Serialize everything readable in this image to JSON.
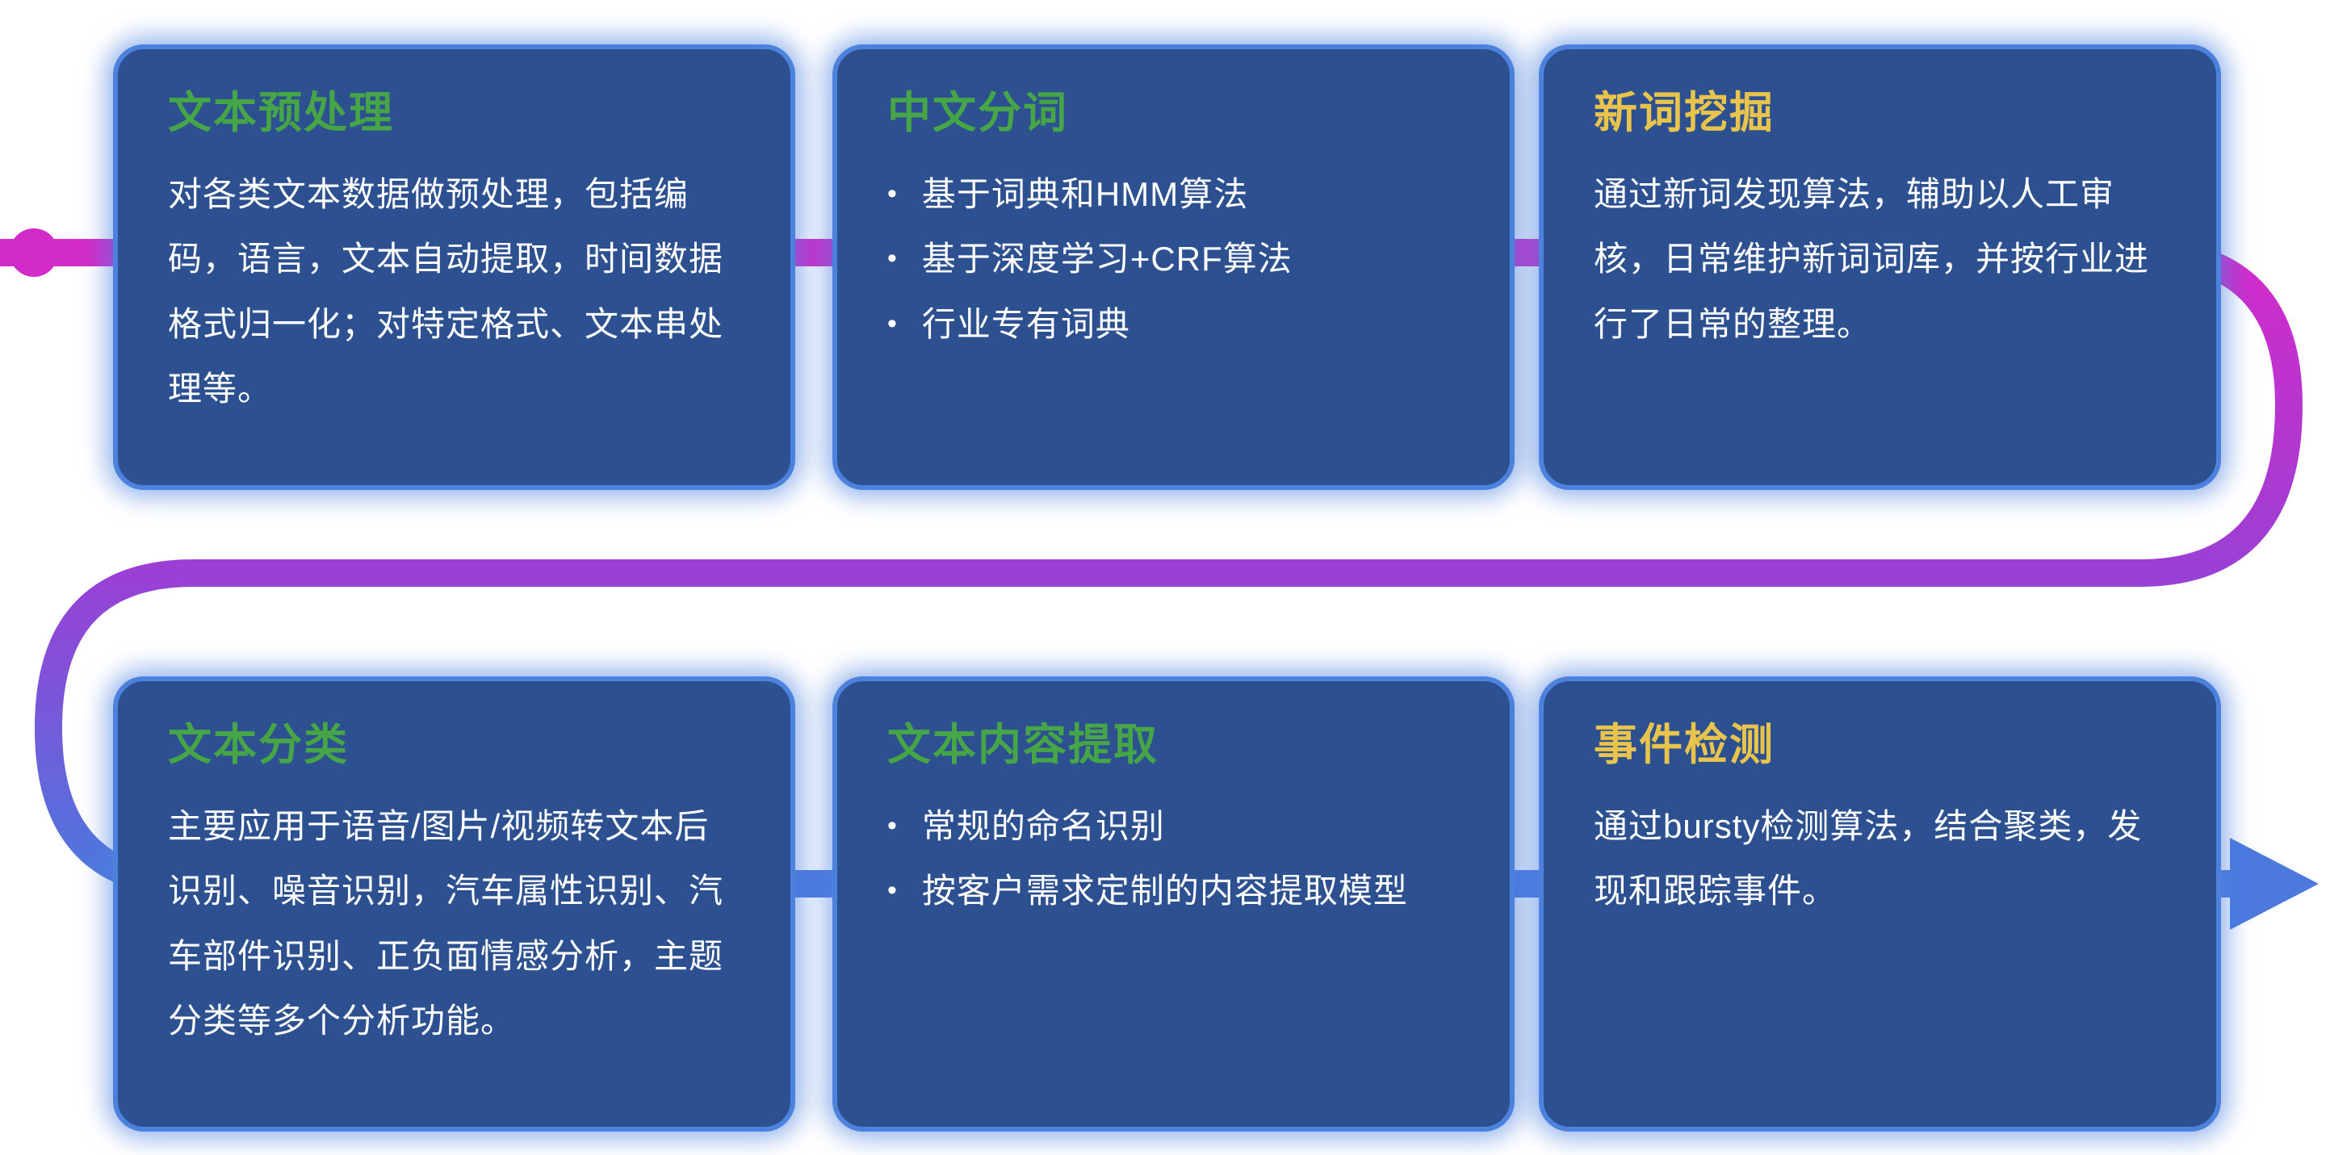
{
  "diagram_title": "NLP text processing pipeline",
  "flow": {
    "start_dot_color": "#d32bc9",
    "gradient_top": "#d32bc9",
    "gradient_middle": "#9b3fd4",
    "gradient_bottom": "#4b79de",
    "arrow_color": "#4b79de",
    "arrow_icon": "right-arrow"
  },
  "colors": {
    "card_background": "#2d5190",
    "card_border_glow": "#4c82dd",
    "body_text": "#ffffff",
    "title_green": "#46a546",
    "title_yellow": "#e8c44c"
  },
  "cards": [
    {
      "id": "text-preprocessing",
      "title": "文本预处理",
      "title_color": "#46a546",
      "type": "paragraph",
      "body": "对各类文本数据做预处理，包括编码，语言，文本自动提取，时间数据格式归一化；对特定格式、文本串处理等。"
    },
    {
      "id": "chinese-word-segmentation",
      "title": "中文分词",
      "title_color": "#46a546",
      "type": "bullets",
      "bullets": [
        "基于词典和HMM算法",
        "基于深度学习+CRF算法",
        "行业专有词典"
      ],
      "bullet_glyph": "•"
    },
    {
      "id": "new-word-mining",
      "title": "新词挖掘",
      "title_color": "#e8c44c",
      "type": "paragraph",
      "body": "通过新词发现算法，辅助以人工审核，日常维护新词词库，并按行业进行了日常的整理。"
    },
    {
      "id": "text-classification",
      "title": "文本分类",
      "title_color": "#46a546",
      "type": "paragraph",
      "body": "主要应用于语音/图片/视频转文本后识别、噪音识别，汽车属性识别、汽车部件识别、正负面情感分析，主题分类等多个分析功能。"
    },
    {
      "id": "text-content-extraction",
      "title": "文本内容提取",
      "title_color": "#46a546",
      "type": "bullets",
      "bullets": [
        "常规的命名识别",
        "按客户需求定制的内容提取模型"
      ],
      "bullet_glyph": "•"
    },
    {
      "id": "event-detection",
      "title": "事件检测",
      "title_color": "#e8c44c",
      "type": "paragraph",
      "body": "通过bursty检测算法，结合聚类，发现和跟踪事件。"
    }
  ]
}
